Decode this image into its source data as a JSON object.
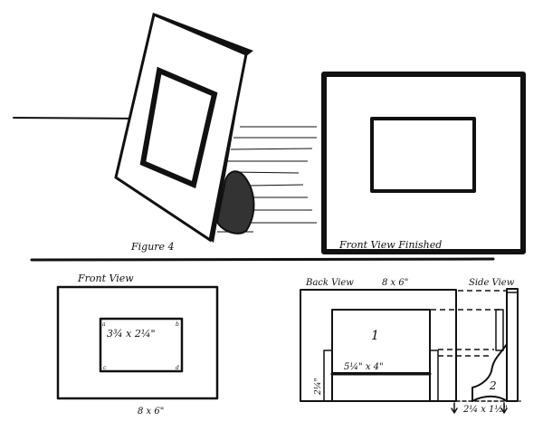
{
  "figure4": {
    "caption": "Figure 4"
  },
  "front_view_finished": {
    "caption": "Front View Finished"
  },
  "front_view": {
    "title": "Front View",
    "opening_size": "3¾ x 2¼\"",
    "overall_size": "8 x 6\"",
    "corner_marks": [
      "a",
      "b",
      "c",
      "d"
    ]
  },
  "back_view": {
    "title": "Back View",
    "overall_size": "8 x 6\"",
    "part1_label": "1",
    "part1_size": "5¼\" x 4\"",
    "height_label": "2¼\""
  },
  "side_view": {
    "title": "Side View",
    "part2_label": "2",
    "part2_size": "2¼ x 1½\""
  },
  "ink_color": "#111111"
}
